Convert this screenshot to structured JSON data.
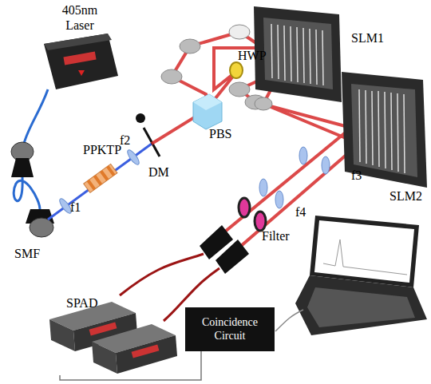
{
  "diagram": {
    "nodes": [
      {
        "text": [
          "405nm Laser"
        ]
      },
      {
        "text": [
          "SPAD"
        ]
      },
      {
        "text": [
          "Coincidence Circuit"
        ]
      }
    ],
    "edges": [
      {
        "from": 1,
        "to": 2,
        "arrow": "none"
      }
    ],
    "labels": [
      "SMF",
      "f1",
      "PPKTP",
      "f2",
      "DM",
      "PBS",
      "HWP",
      "SLM1",
      "SLM2",
      "f3",
      "f4",
      "Filter"
    ]
  }
}
